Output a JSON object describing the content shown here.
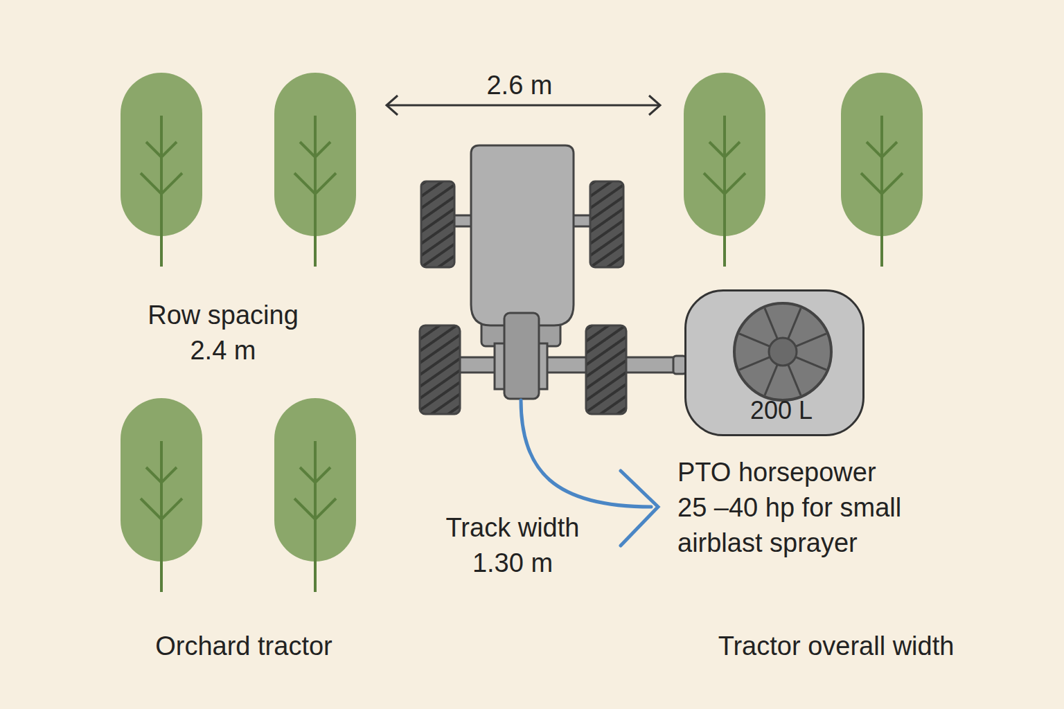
{
  "diagram": {
    "nodes": [
      {
        "text": [
          "200 L"
        ]
      }
    ],
    "labels": [
      "2.6 m",
      "Row spacing 2.4 m",
      "Track width 1.30 m",
      "PTO horsepower 25 –40 hp for small airblast sprayer",
      "Orchard tractor",
      "Tractor overall width"
    ]
  }
}
